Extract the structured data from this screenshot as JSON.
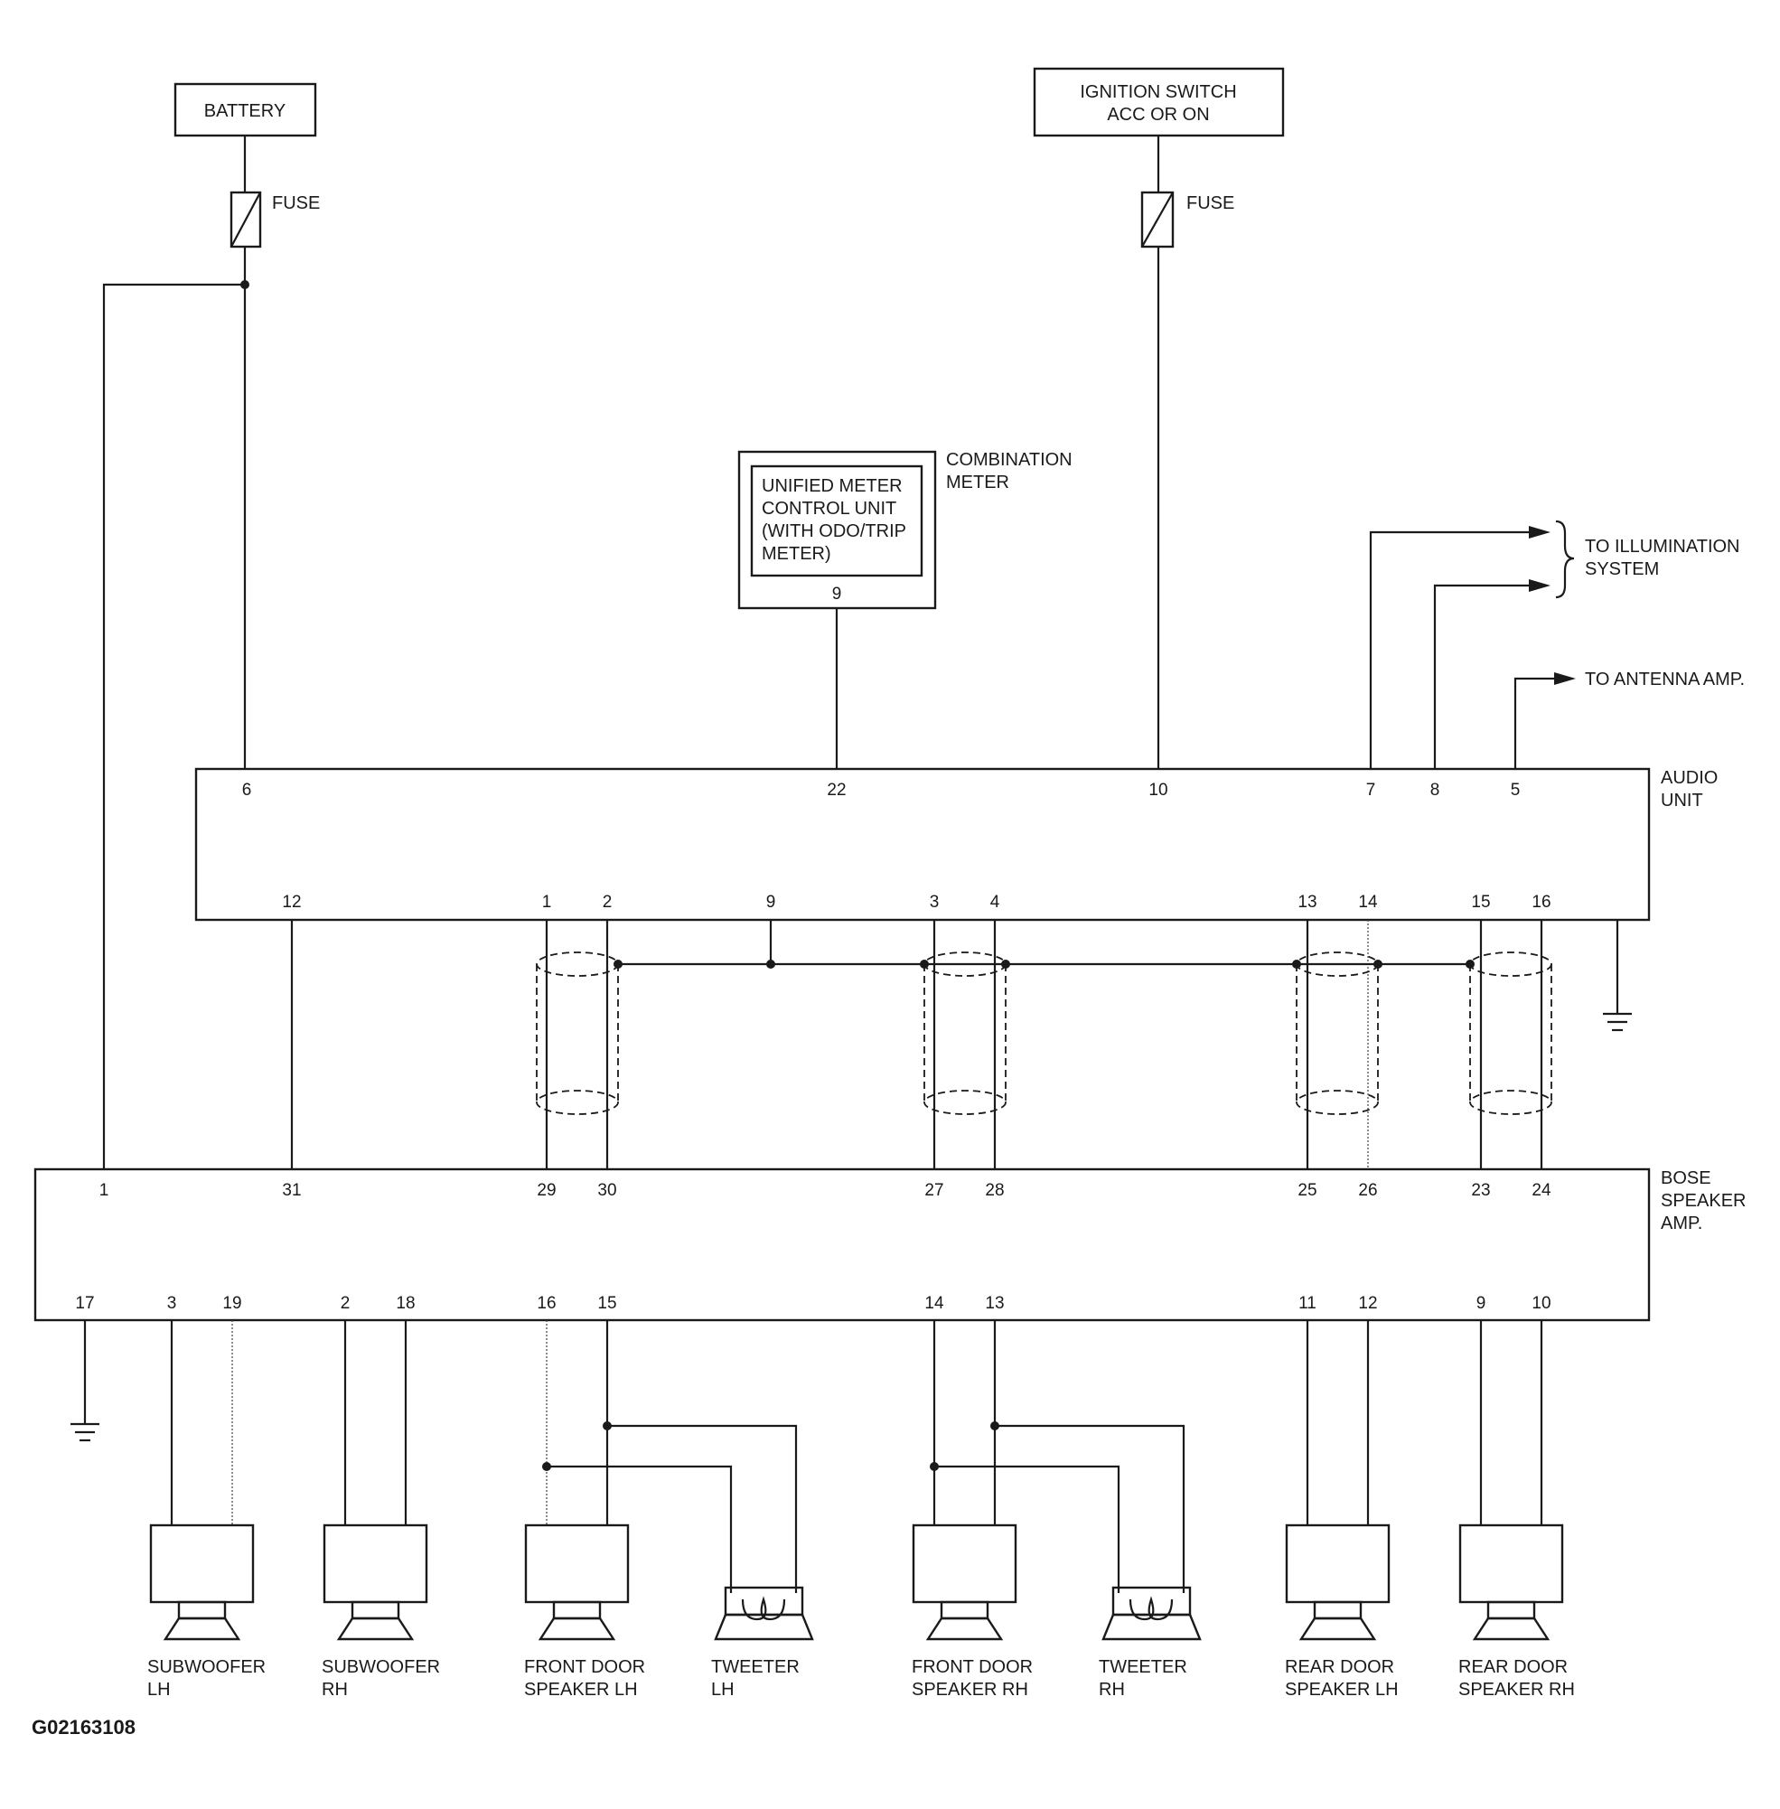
{
  "sources": {
    "battery": "BATTERY",
    "ignition_l1": "IGNITION SWITCH",
    "ignition_l2": "ACC OR ON",
    "fuse": "FUSE"
  },
  "meter": {
    "inner_l1": "UNIFIED METER",
    "inner_l2": "CONTROL UNIT",
    "inner_l3": "(WITH ODO/TRIP",
    "inner_l4": "METER)",
    "pin": "9",
    "name_l1": "COMBINATION",
    "name_l2": "METER"
  },
  "external": {
    "illum_l1": "TO ILLUMINATION",
    "illum_l2": "SYSTEM",
    "antenna": "TO ANTENNA AMP."
  },
  "audio_unit": {
    "name_l1": "AUDIO",
    "name_l2": "UNIT",
    "top_pins": {
      "p6": "6",
      "p22": "22",
      "p10": "10",
      "p7": "7",
      "p8": "8",
      "p5": "5"
    },
    "bottom_pins": {
      "p12": "12",
      "p1": "1",
      "p2": "2",
      "p9": "9",
      "p3": "3",
      "p4": "4",
      "p13": "13",
      "p14": "14",
      "p15": "15",
      "p16": "16"
    }
  },
  "amp": {
    "name_l1": "BOSE",
    "name_l2": "SPEAKER",
    "name_l3": "AMP.",
    "top_pins": {
      "p1": "1",
      "p31": "31",
      "p29": "29",
      "p30": "30",
      "p27": "27",
      "p28": "28",
      "p25": "25",
      "p26": "26",
      "p23": "23",
      "p24": "24"
    },
    "bottom_pins": {
      "p17": "17",
      "p3": "3",
      "p19": "19",
      "p2": "2",
      "p18": "18",
      "p16": "16",
      "p15": "15",
      "p14": "14",
      "p13": "13",
      "p11": "11",
      "p12": "12",
      "p9": "9",
      "p10": "10"
    }
  },
  "speakers": {
    "sub_lh_l1": "SUBWOOFER",
    "sub_lh_l2": "LH",
    "sub_rh_l1": "SUBWOOFER",
    "sub_rh_l2": "RH",
    "fd_lh_l1": "FRONT DOOR",
    "fd_lh_l2": "SPEAKER LH",
    "tw_lh_l1": "TWEETER",
    "tw_lh_l2": "LH",
    "fd_rh_l1": "FRONT DOOR",
    "fd_rh_l2": "SPEAKER RH",
    "tw_rh_l1": "TWEETER",
    "tw_rh_l2": "RH",
    "rd_lh_l1": "REAR DOOR",
    "rd_lh_l2": "SPEAKER LH",
    "rd_rh_l1": "REAR DOOR",
    "rd_rh_l2": "SPEAKER RH"
  },
  "figure_code": "G02163108"
}
